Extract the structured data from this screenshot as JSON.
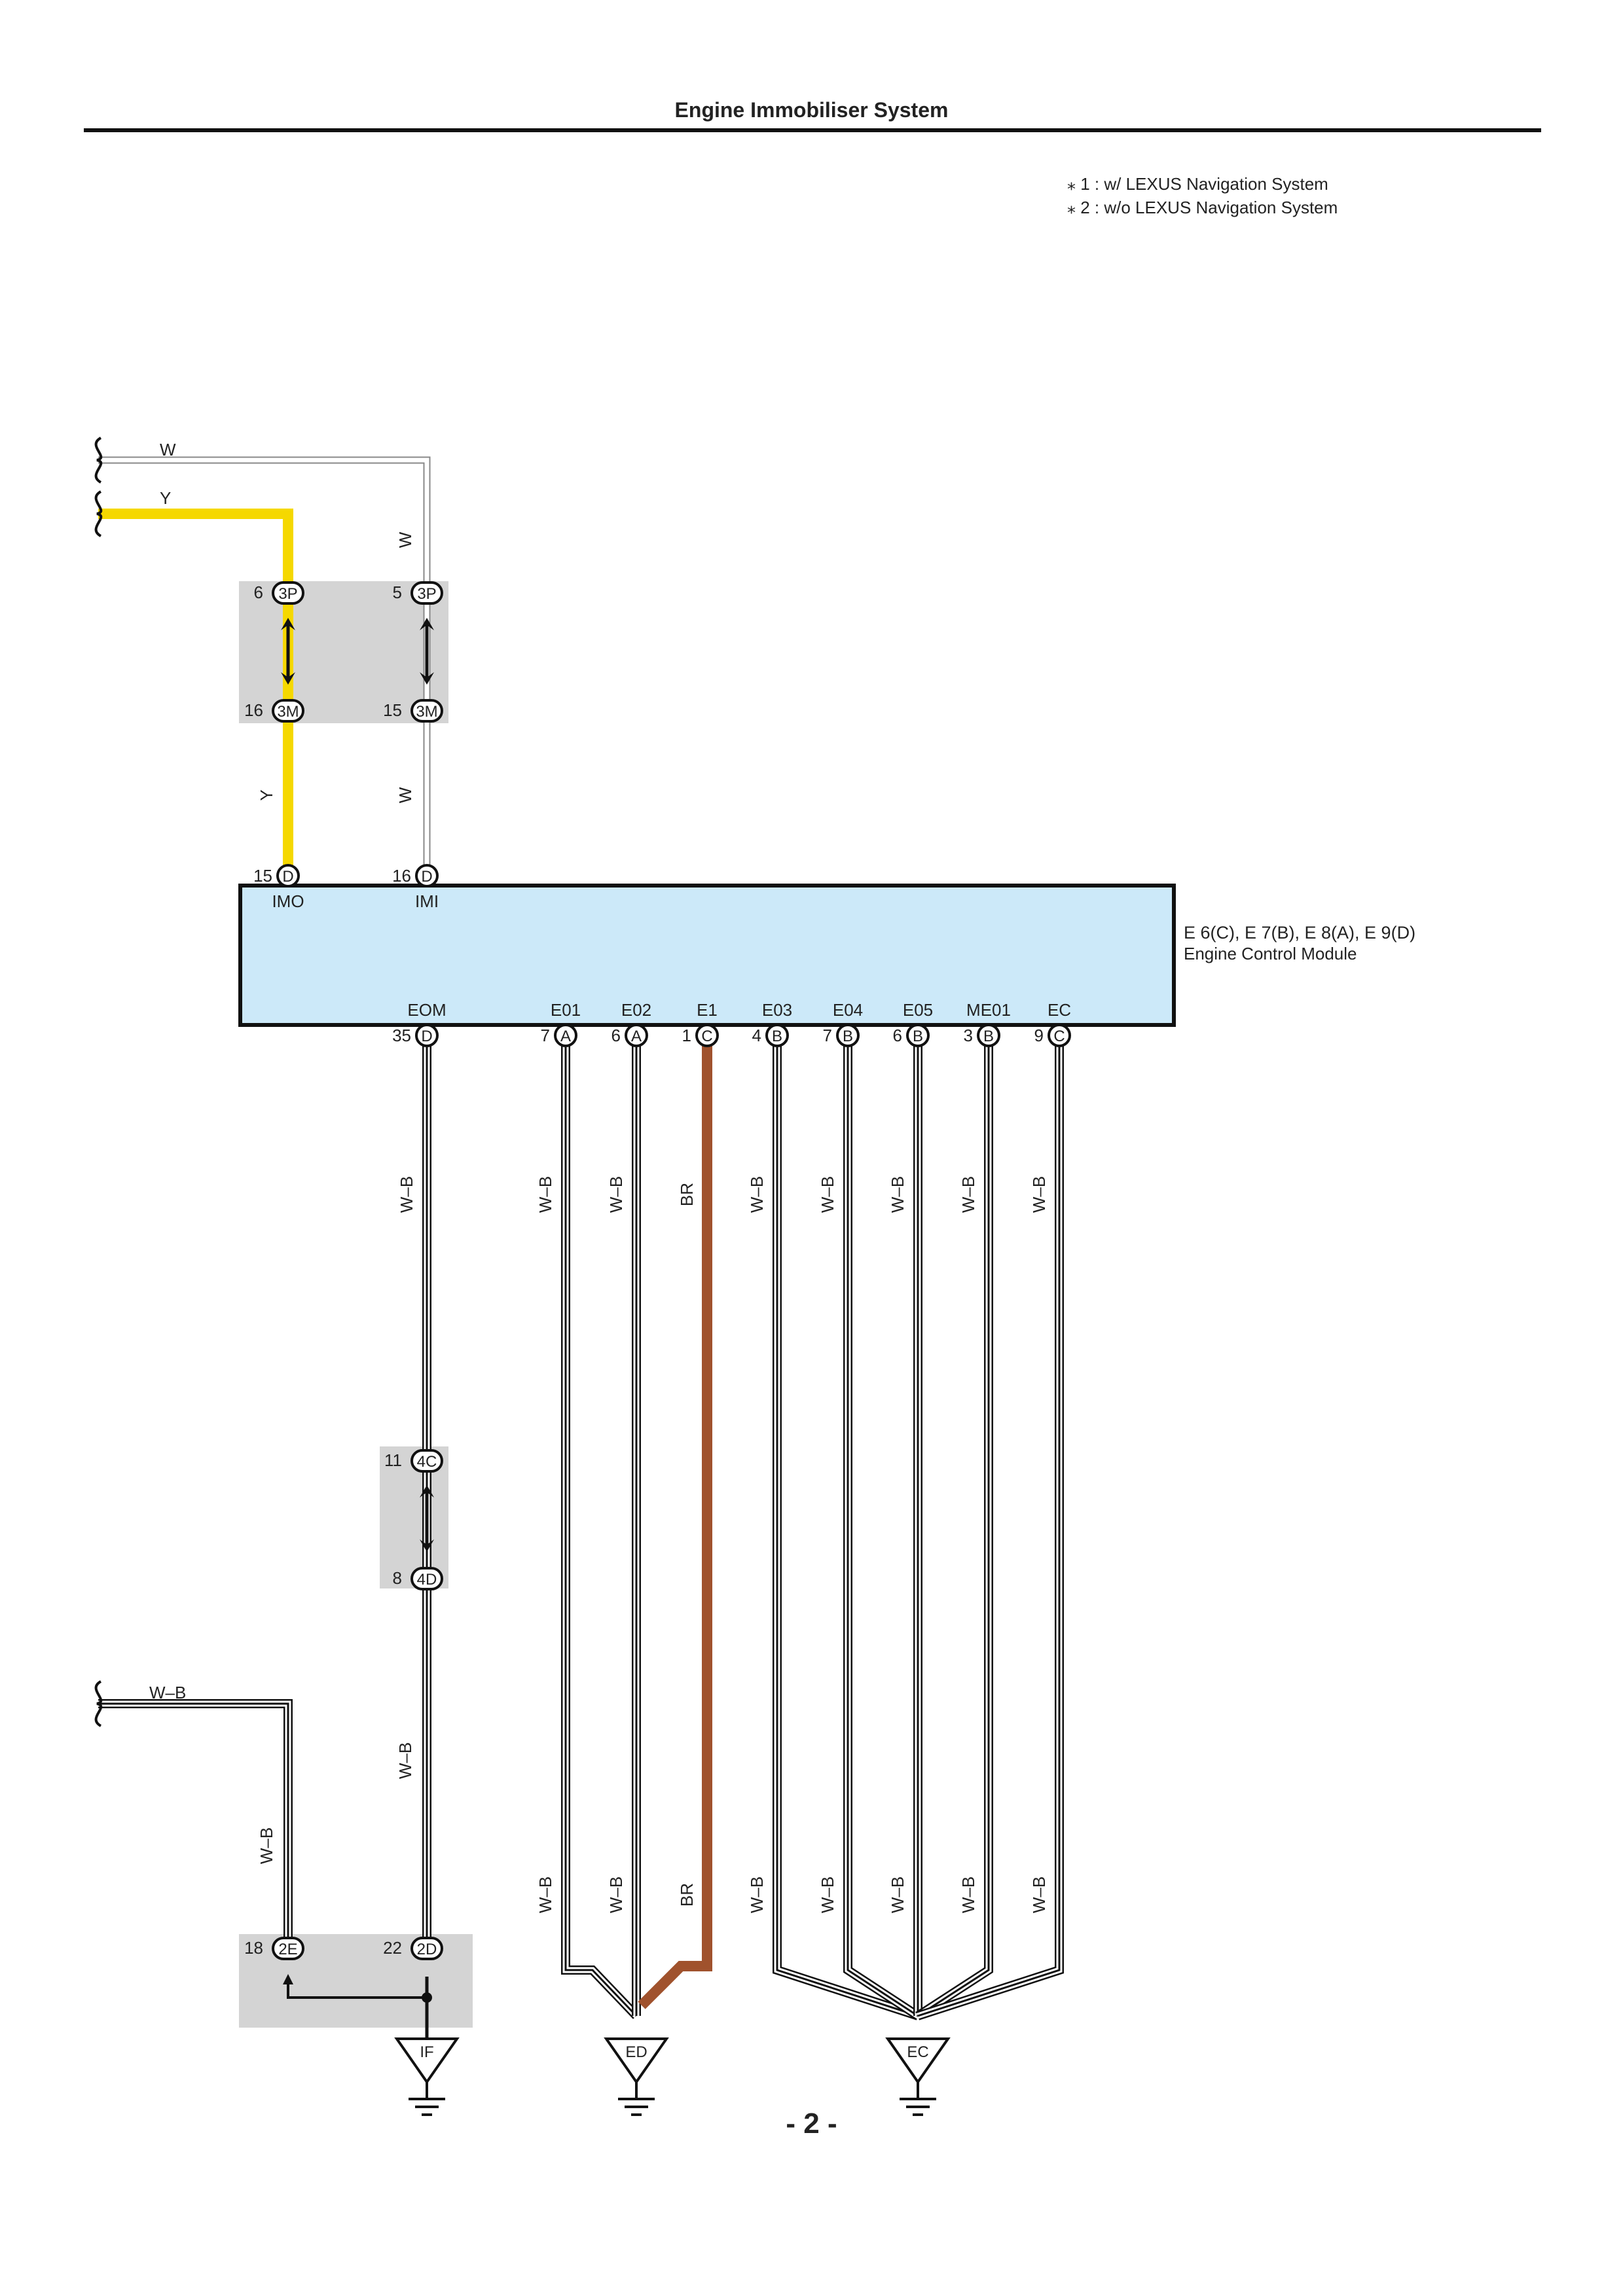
{
  "page": {
    "title": "Engine Immobiliser System",
    "page_number": "- 2 -"
  },
  "notes": [
    {
      "mark": "⁎ 1",
      "text": "w/ LEXUS Navigation System"
    },
    {
      "mark": "⁎ 2",
      "text": "w/o LEXUS Navigation System"
    }
  ],
  "colors": {
    "yellow_wire": "#f5d800",
    "brown_wire": "#a0522d",
    "ecm_fill": "#cce9f9",
    "junction_fill": "#d4d4d4"
  },
  "ecm": {
    "connectors": "E 6(C), E 7(B), E 8(A), E 9(D)",
    "name": "Engine Control Module",
    "top_pins": [
      {
        "pin": "15",
        "conn": "D",
        "label": "IMO",
        "wire": "Y"
      },
      {
        "pin": "16",
        "conn": "D",
        "label": "IMI",
        "wire": "W"
      }
    ],
    "bottom_pins": [
      {
        "pin": "35",
        "conn": "D",
        "label": "EOM",
        "wire": "W–B"
      },
      {
        "pin": "7",
        "conn": "A",
        "label": "E01",
        "wire": "W–B"
      },
      {
        "pin": "6",
        "conn": "A",
        "label": "E02",
        "wire": "W–B"
      },
      {
        "pin": "1",
        "conn": "C",
        "label": "E1",
        "wire": "BR"
      },
      {
        "pin": "4",
        "conn": "B",
        "label": "E03",
        "wire": "W–B"
      },
      {
        "pin": "7",
        "conn": "B",
        "label": "E04",
        "wire": "W–B"
      },
      {
        "pin": "6",
        "conn": "B",
        "label": "E05",
        "wire": "W–B"
      },
      {
        "pin": "3",
        "conn": "B",
        "label": "ME01",
        "wire": "W–B"
      },
      {
        "pin": "9",
        "conn": "C",
        "label": "EC",
        "wire": "W–B"
      }
    ]
  },
  "inputs": {
    "w_label": "W",
    "y_label": "Y",
    "wb_label": "W–B"
  },
  "junctions": {
    "upper": [
      {
        "pin_top": "6",
        "conn_top": "3P",
        "pin_bottom": "16",
        "conn_bottom": "3M"
      },
      {
        "pin_top": "5",
        "conn_top": "3P",
        "pin_bottom": "15",
        "conn_bottom": "3M"
      }
    ],
    "middle": {
      "pin_top": "11",
      "conn_top": "4C",
      "pin_bottom": "8",
      "conn_bottom": "4D"
    },
    "lower": [
      {
        "pin": "18",
        "conn": "2E"
      },
      {
        "pin": "22",
        "conn": "2D"
      }
    ]
  },
  "wire_labels": {
    "w": "W",
    "y": "Y",
    "wb": "W–B",
    "br": "BR"
  },
  "grounds": [
    "IF",
    "ED",
    "EC"
  ]
}
